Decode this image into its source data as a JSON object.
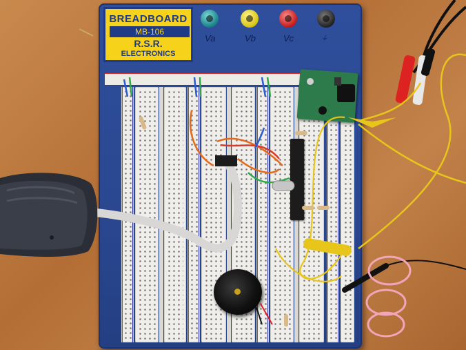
{
  "board_label": {
    "title": "BREADBOARD",
    "model": "MB-106",
    "brand": "R.S.R.",
    "subtitle": "ELECTRONICS"
  },
  "binding_posts": [
    {
      "label": "Va",
      "color": "#1b7f88"
    },
    {
      "label": "Vb",
      "color": "#d7c313"
    },
    {
      "label": "Vc",
      "color": "#c41a1a"
    },
    {
      "label": "",
      "color": "#222222"
    }
  ],
  "colors": {
    "board": "#2f4f9c",
    "label_panel": "#f6d21a",
    "desk": "#b8743a",
    "pcb": "#2d7b4a",
    "yellow_wire": "#e8c51a",
    "ribbon_cable": "#d9d6d6"
  },
  "icons": {
    "scanner": "handheld-device-icon",
    "buzzer": "piezo-buzzer-icon",
    "chip": "ic-chip-icon",
    "pcb": "power-module-icon"
  }
}
